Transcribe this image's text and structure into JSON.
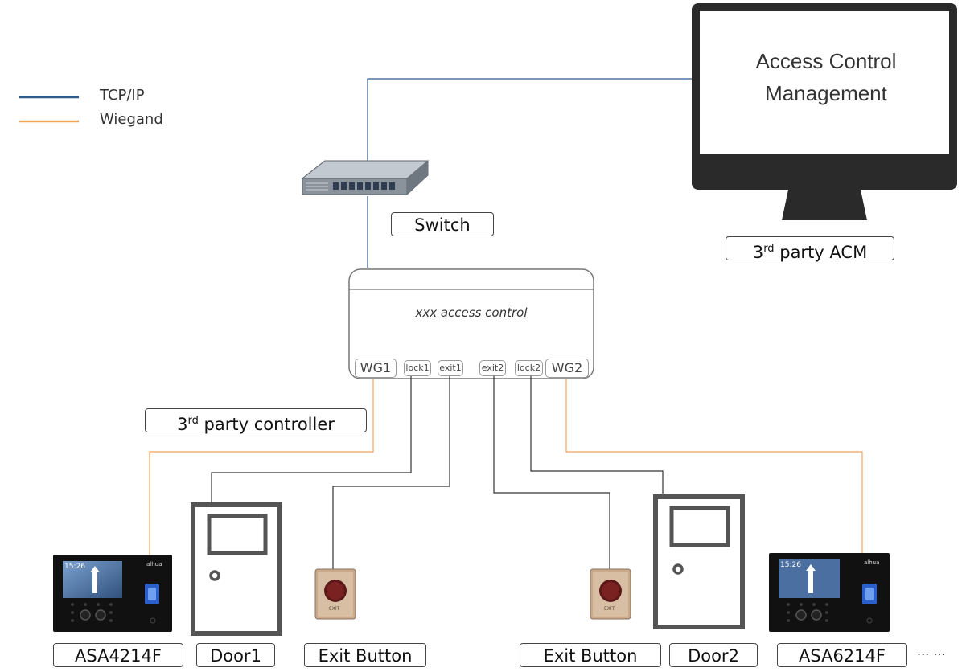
{
  "legend": [
    {
      "label": "TCP/IP",
      "color": "#2f5b8a"
    },
    {
      "label": "Wiegand",
      "color": "#f0a35a"
    }
  ],
  "acm": {
    "screen_line1": "Access Control",
    "screen_line2": "Management",
    "label_base": "3",
    "label_sup": "rd",
    "label_rest": " party ACM"
  },
  "switch": {
    "label": "Switch"
  },
  "controller": {
    "title": "xxx access control",
    "ports": [
      "WG1",
      "lock1",
      "exit1",
      "exit2",
      "lock2",
      "WG2"
    ],
    "label_base": "3",
    "label_sup": "rd",
    "label_rest": " party controller"
  },
  "devices": {
    "reader1": "ASA4214F",
    "door1": "Door1",
    "exit1": "Exit Button",
    "exit2": "Exit Button",
    "door2": "Door2",
    "reader2": "ASA6214F",
    "more": "... ...",
    "reader_time": "15:26",
    "brand": "alhua",
    "exit_text": "EXIT"
  },
  "colors": {
    "tcp": "#2f5b8a",
    "wiegand": "#f0a35a",
    "wire": "#333333"
  }
}
